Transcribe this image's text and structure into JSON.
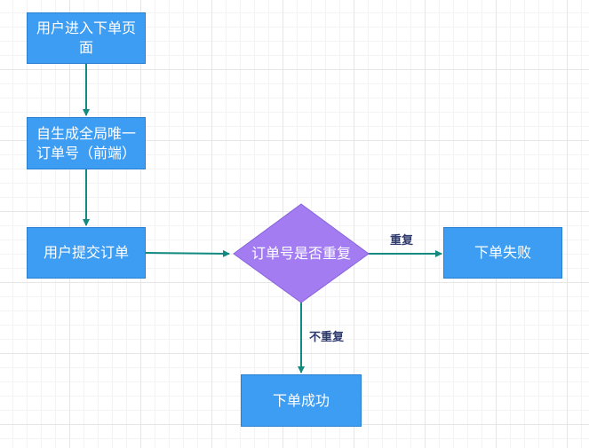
{
  "nodes": {
    "enter_page": "用户进入下单页面",
    "gen_order_no": "自生成全局唯一订单号（前端）",
    "submit_order": "用户提交订单",
    "is_duplicate": "订单号是否重复",
    "order_fail": "下单失败",
    "order_success": "下单成功"
  },
  "edges": {
    "duplicate": "重复",
    "not_duplicate": "不重复"
  },
  "colors": {
    "box_fill": "#3d9df2",
    "diamond_fill": "#a27cf0",
    "arrow": "#138a80"
  }
}
